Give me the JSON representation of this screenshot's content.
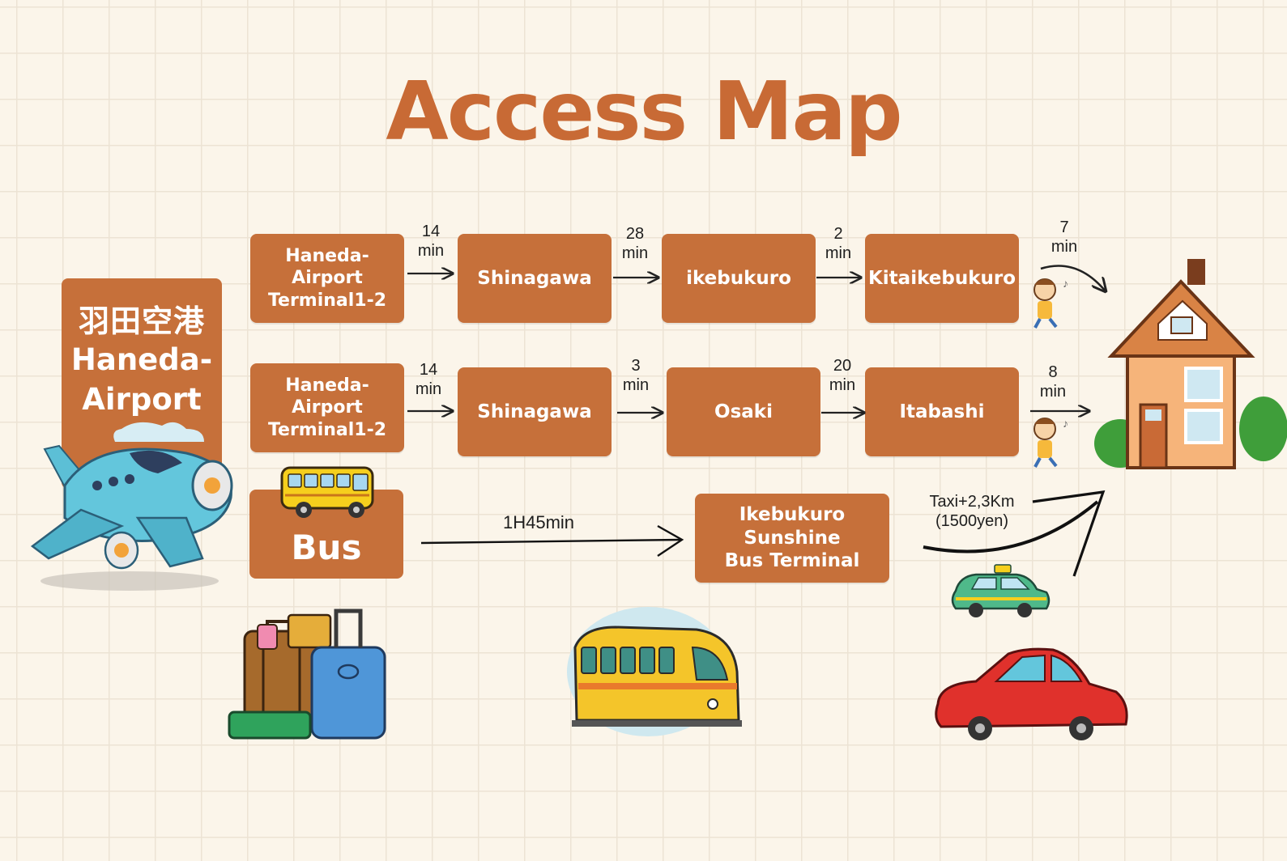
{
  "title": "Access Map",
  "airport": {
    "name_jp": "羽田空港",
    "name_en_line1": "Haneda-",
    "name_en_line2": "Airport"
  },
  "route1": {
    "stations": [
      {
        "line1": "Haneda-Airport",
        "line2": "Terminal1-2"
      },
      {
        "line1": "Shinagawa"
      },
      {
        "line1": "ikebukuro"
      },
      {
        "line1": "Kitaikebukuro"
      }
    ],
    "times": [
      {
        "value": "14",
        "unit": "min"
      },
      {
        "value": "28",
        "unit": "min"
      },
      {
        "value": "2",
        "unit": "min"
      },
      {
        "value": "7",
        "unit": "min"
      }
    ]
  },
  "route2": {
    "stations": [
      {
        "line1": "Haneda-Airport",
        "line2": "Terminal1-2"
      },
      {
        "line1": "Shinagawa"
      },
      {
        "line1": "Osaki"
      },
      {
        "line1": "Itabashi"
      }
    ],
    "times": [
      {
        "value": "14",
        "unit": "min"
      },
      {
        "value": "3",
        "unit": "min"
      },
      {
        "value": "20",
        "unit": "min"
      },
      {
        "value": "8",
        "unit": "min"
      }
    ]
  },
  "route3": {
    "start": "Bus",
    "duration": "1H45min",
    "terminal_line1": "Ikebukuro Sunshine",
    "terminal_line2": "Bus Terminal",
    "taxi_line1": "Taxi+2,3Km",
    "taxi_line2": "(1500yen)"
  },
  "colors": {
    "box": "#c6703a",
    "title": "#c86a35",
    "background": "#fbf5ea",
    "grid": "#ece3d4"
  },
  "icons": [
    "airplane-icon",
    "bus-icon",
    "luggage-icon",
    "train-icon",
    "taxi-icon",
    "red-car-icon",
    "walking-child-icon",
    "house-icon"
  ]
}
